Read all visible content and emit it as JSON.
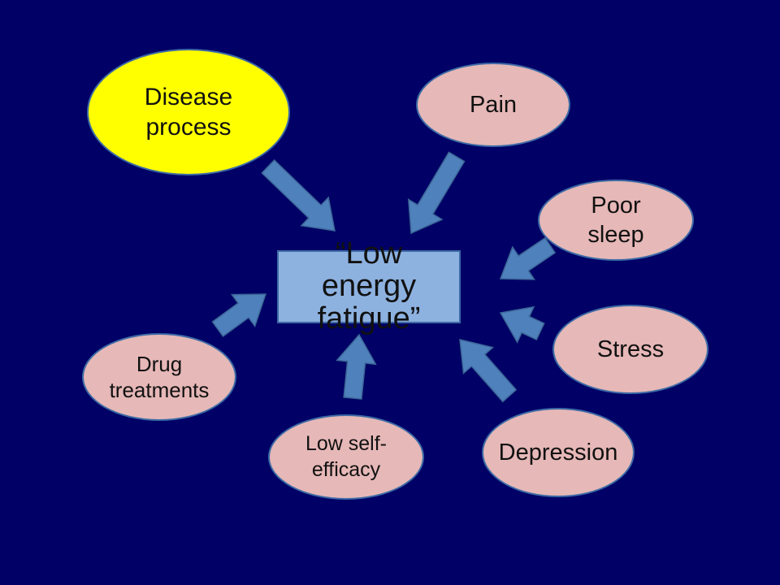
{
  "center": {
    "label": "“Low energy fatigue”"
  },
  "nodes": {
    "disease_process": {
      "label": "Disease process",
      "color": "#ffff00"
    },
    "pain": {
      "label": "Pain",
      "color": "#e6b8b7"
    },
    "poor_sleep": {
      "label": "Poor sleep",
      "color": "#e6b8b7"
    },
    "stress": {
      "label": "Stress",
      "color": "#e6b8b7"
    },
    "depression": {
      "label": "Depression",
      "color": "#e6b8b7"
    },
    "low_self_efficacy": {
      "label": "Low self-efficacy",
      "color": "#e6b8b7"
    },
    "drug_treatments": {
      "label": "Drug treatments",
      "color": "#e6b8b7"
    }
  },
  "colors": {
    "background": "#000066",
    "arrow": "#4f81bd",
    "center_box": "#8db2e0"
  }
}
